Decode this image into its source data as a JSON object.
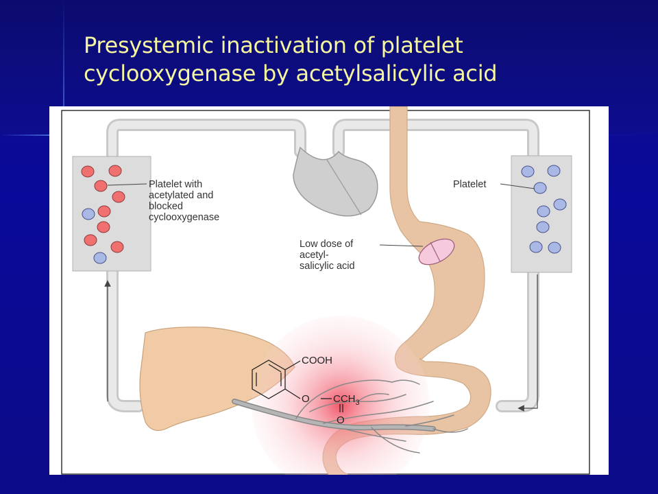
{
  "slide": {
    "title_line1": "Presystemic inactivation of platelet",
    "title_line2": "cyclooxygenase by acetylsalicylic acid"
  },
  "diagram": {
    "labels": {
      "acetylated_platelet": [
        "Platelet with",
        "acetylated and",
        "blocked",
        "cyclooxygenase"
      ],
      "platelet": "Platelet",
      "aspirin_dose": [
        "Low dose of",
        "acetyl-",
        "salicylic acid"
      ]
    },
    "chemistry": {
      "carboxyl": "COOH",
      "ester_oxygen": "O",
      "acetyl_group": "CCH",
      "subscript": "3",
      "carbonyl_oxygen": "O"
    },
    "colors": {
      "background": "#0a0a9a",
      "title": "#f6f6a0",
      "acetylated_platelet": "#f07070",
      "normal_platelet": "#aab8e6",
      "gut_tissue": "#e8c4a4",
      "liver": "#f0cba6",
      "circulation": "#d8d8d8",
      "absorption_glow": "#f46a7a"
    }
  }
}
